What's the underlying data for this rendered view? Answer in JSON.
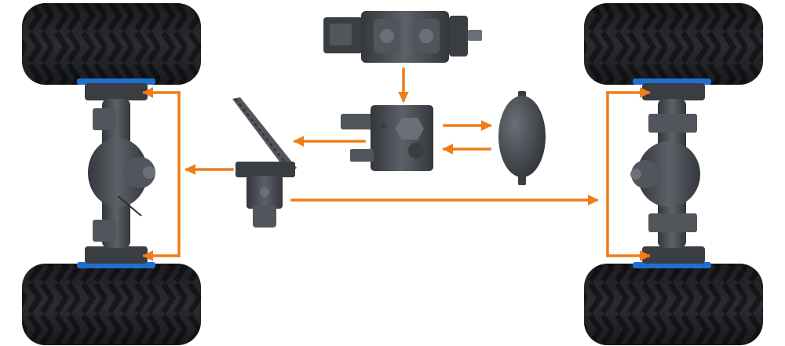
{
  "diagram": {
    "colors": {
      "arrow": "#f07d1a",
      "tire": "#2a2c30",
      "tire_tread": "#17181b",
      "metal_dark": "#3a3d42",
      "metal_mid": "#52565c",
      "metal_light": "#6b7078",
      "hub_ring": "#1f6fd1",
      "background": "#ffffff"
    },
    "components": [
      {
        "name": "hydraulic-pump",
        "icon": "gear-pump-icon"
      },
      {
        "name": "priority-valve-block",
        "icon": "valve-block-icon"
      },
      {
        "name": "accumulator",
        "icon": "accumulator-icon"
      },
      {
        "name": "brake-pedal-valve",
        "icon": "pedal-valve-icon"
      },
      {
        "name": "front-axle",
        "icon": "axle-icon"
      },
      {
        "name": "rear-axle",
        "icon": "axle-icon"
      },
      {
        "name": "wheels",
        "icon": "tire-icon"
      }
    ]
  }
}
